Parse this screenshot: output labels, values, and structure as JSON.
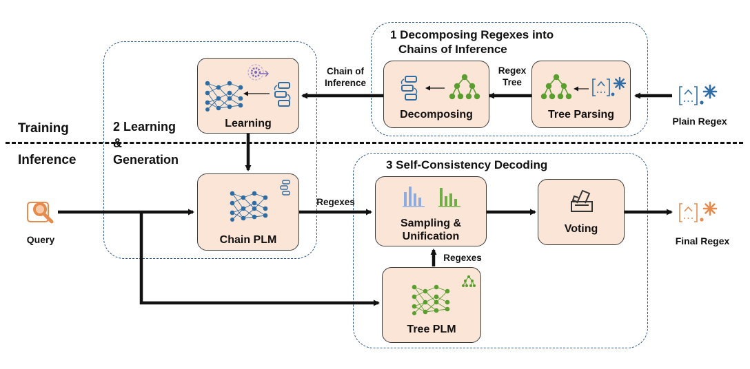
{
  "phases": {
    "training": "Training",
    "inference": "Inference"
  },
  "regions": {
    "decomposing": {
      "line1": "1 Decomposing Regexes into",
      "line2": "Chains of Inference"
    },
    "learning": {
      "line1": "2 Learning",
      "line2": "&",
      "line3": "Generation"
    },
    "decoding": {
      "line1": "3 Self-Consistency Decoding"
    }
  },
  "boxes": {
    "learning": "Learning",
    "decomposing": "Decomposing",
    "tree_parsing": "Tree Parsing",
    "chain_plm": "Chain PLM",
    "sampling_line1": "Sampling &",
    "sampling_line2": "Unification",
    "voting": "Voting",
    "tree_plm": "Tree PLM"
  },
  "edges": {
    "chain_of_inference_line1": "Chain of",
    "chain_of_inference_line2": "Inference",
    "regex_tree_line1": "Regex",
    "regex_tree_line2": "Tree",
    "regexes_chain": "Regexes",
    "regexes_tree": "Regexes"
  },
  "io": {
    "plain_regex": "Plain Regex",
    "query": "Query",
    "final_regex": "Final Regex"
  },
  "colors": {
    "box_fill": "#fbe5d6",
    "region_border": "#2e5a8a",
    "network_blue": "#2e6da4",
    "tree_green": "#5a9e2f",
    "query_orange": "#e58b4e",
    "chart_blue": "#8faadc",
    "chart_green": "#70ad47"
  },
  "icons": [
    "regex-icon",
    "neural-network-icon",
    "tree-icon",
    "chain-icon",
    "magnify-icon",
    "bar-chart-icon",
    "ballot-icon",
    "gear-icon"
  ]
}
